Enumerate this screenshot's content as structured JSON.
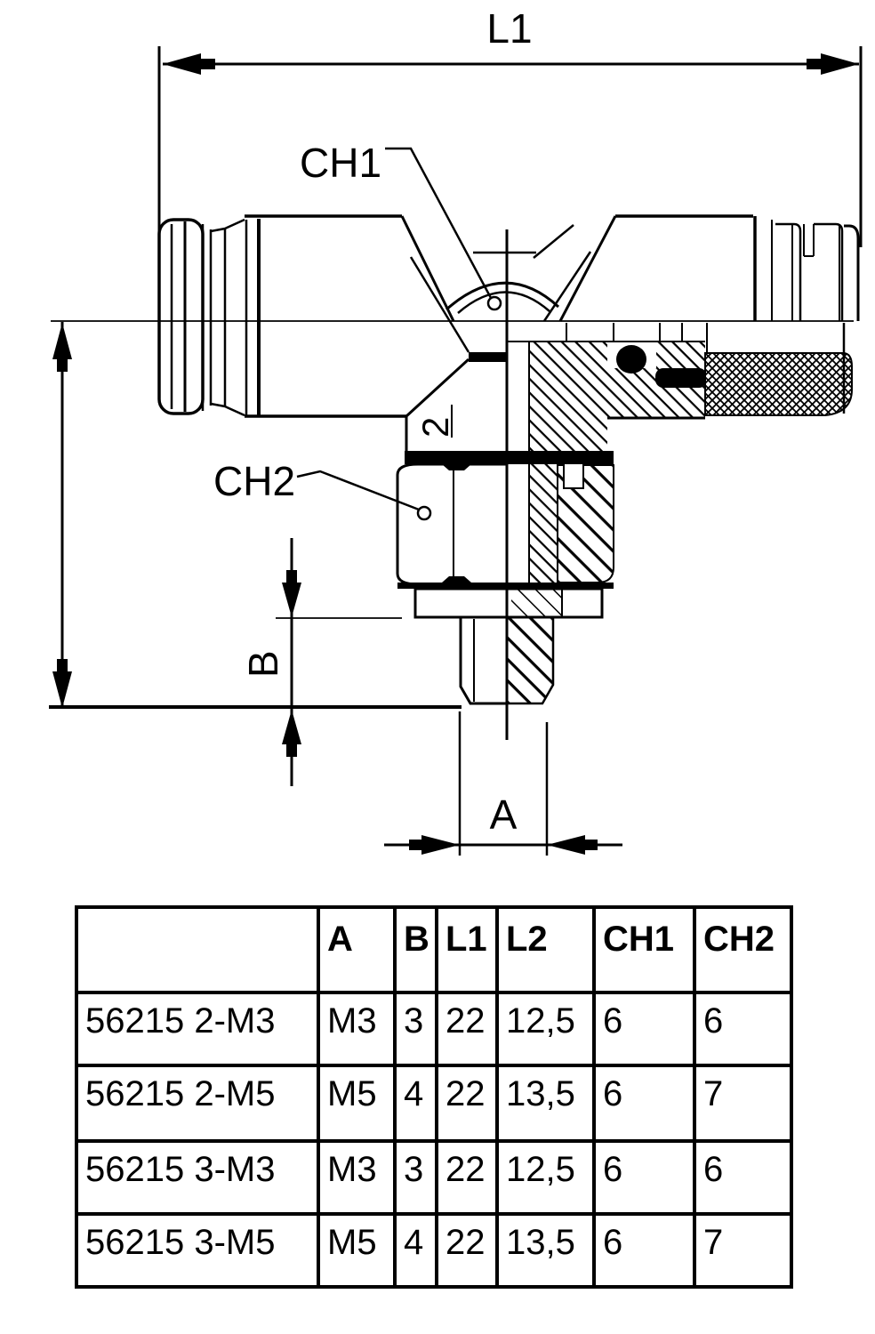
{
  "drawing": {
    "dim_l1": "L1",
    "dim_ch1": "CH1",
    "dim_ch2": "CH2",
    "dim_a": "A",
    "dim_b": "B",
    "section_label_2": "2"
  },
  "table": {
    "columns": [
      "",
      "A",
      "B",
      "L1",
      "L2",
      "CH1",
      "CH2"
    ],
    "rows": [
      {
        "code": "56215 2-M3",
        "a": "M3",
        "b": "3",
        "l1": "22",
        "l2": "12,5",
        "ch1": "6",
        "ch2": "6"
      },
      {
        "code": "56215 2-M5",
        "a": "M5",
        "b": "4",
        "l1": "22",
        "l2": "13,5",
        "ch1": "6",
        "ch2": "7"
      },
      {
        "code": "56215 3-M3",
        "a": "M3",
        "b": "3",
        "l1": "22",
        "l2": "12,5",
        "ch1": "6",
        "ch2": "6"
      },
      {
        "code": "56215 3-M5",
        "a": "M5",
        "b": "4",
        "l1": "22",
        "l2": "13,5",
        "ch1": "6",
        "ch2": "7"
      }
    ]
  },
  "colors": {
    "ink": "#000000",
    "paper": "#ffffff"
  }
}
